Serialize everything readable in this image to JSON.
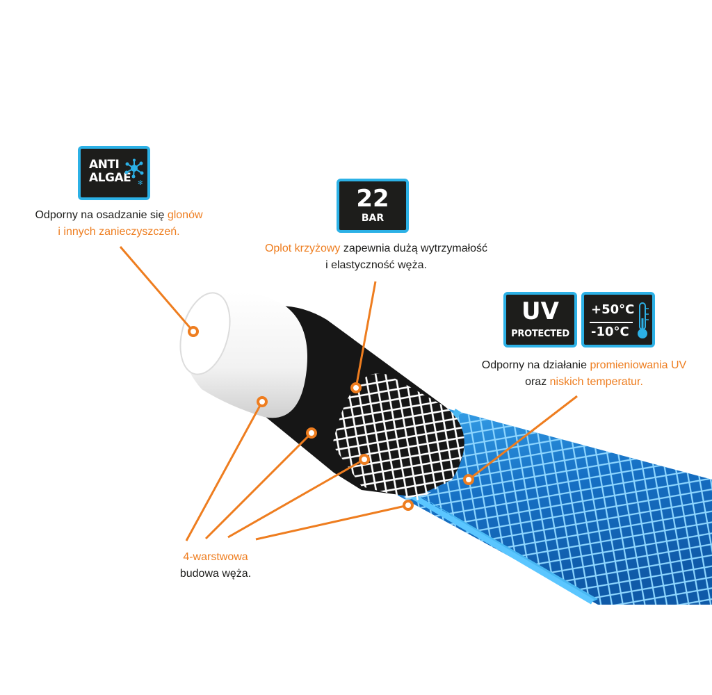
{
  "colors": {
    "accent_orange": "#ee7d1f",
    "badge_border": "#2cb1e6",
    "badge_bg": "#1d1d1b",
    "hose_blue": "#1f82d2"
  },
  "badges": {
    "anti_algae": {
      "line1": "ANTI",
      "line2": "ALGAE",
      "icon": "algae-splash-icon"
    },
    "pressure": {
      "value": "22",
      "unit": "BAR"
    },
    "uv": {
      "big": "UV",
      "small": "PROTECTED"
    },
    "temperature": {
      "max": "+50°C",
      "min": "-10°C",
      "icon": "thermometer-icon"
    }
  },
  "captions": {
    "algae": {
      "a": "Odporny na osadzanie się ",
      "b": "glonów",
      "c": "i innych zanieczyszczeń."
    },
    "braid": {
      "a": "Oplot krzyżowy",
      "b": " zapewnia dużą wytrzymałość",
      "c": "i elastyczność węża."
    },
    "uv": {
      "a": "Odporny na działanie ",
      "b": "promieniowania UV",
      "c": "oraz ",
      "d": "niskich temperatur."
    },
    "layers": {
      "a": "4-warstwowa",
      "b": "budowa węża."
    }
  }
}
